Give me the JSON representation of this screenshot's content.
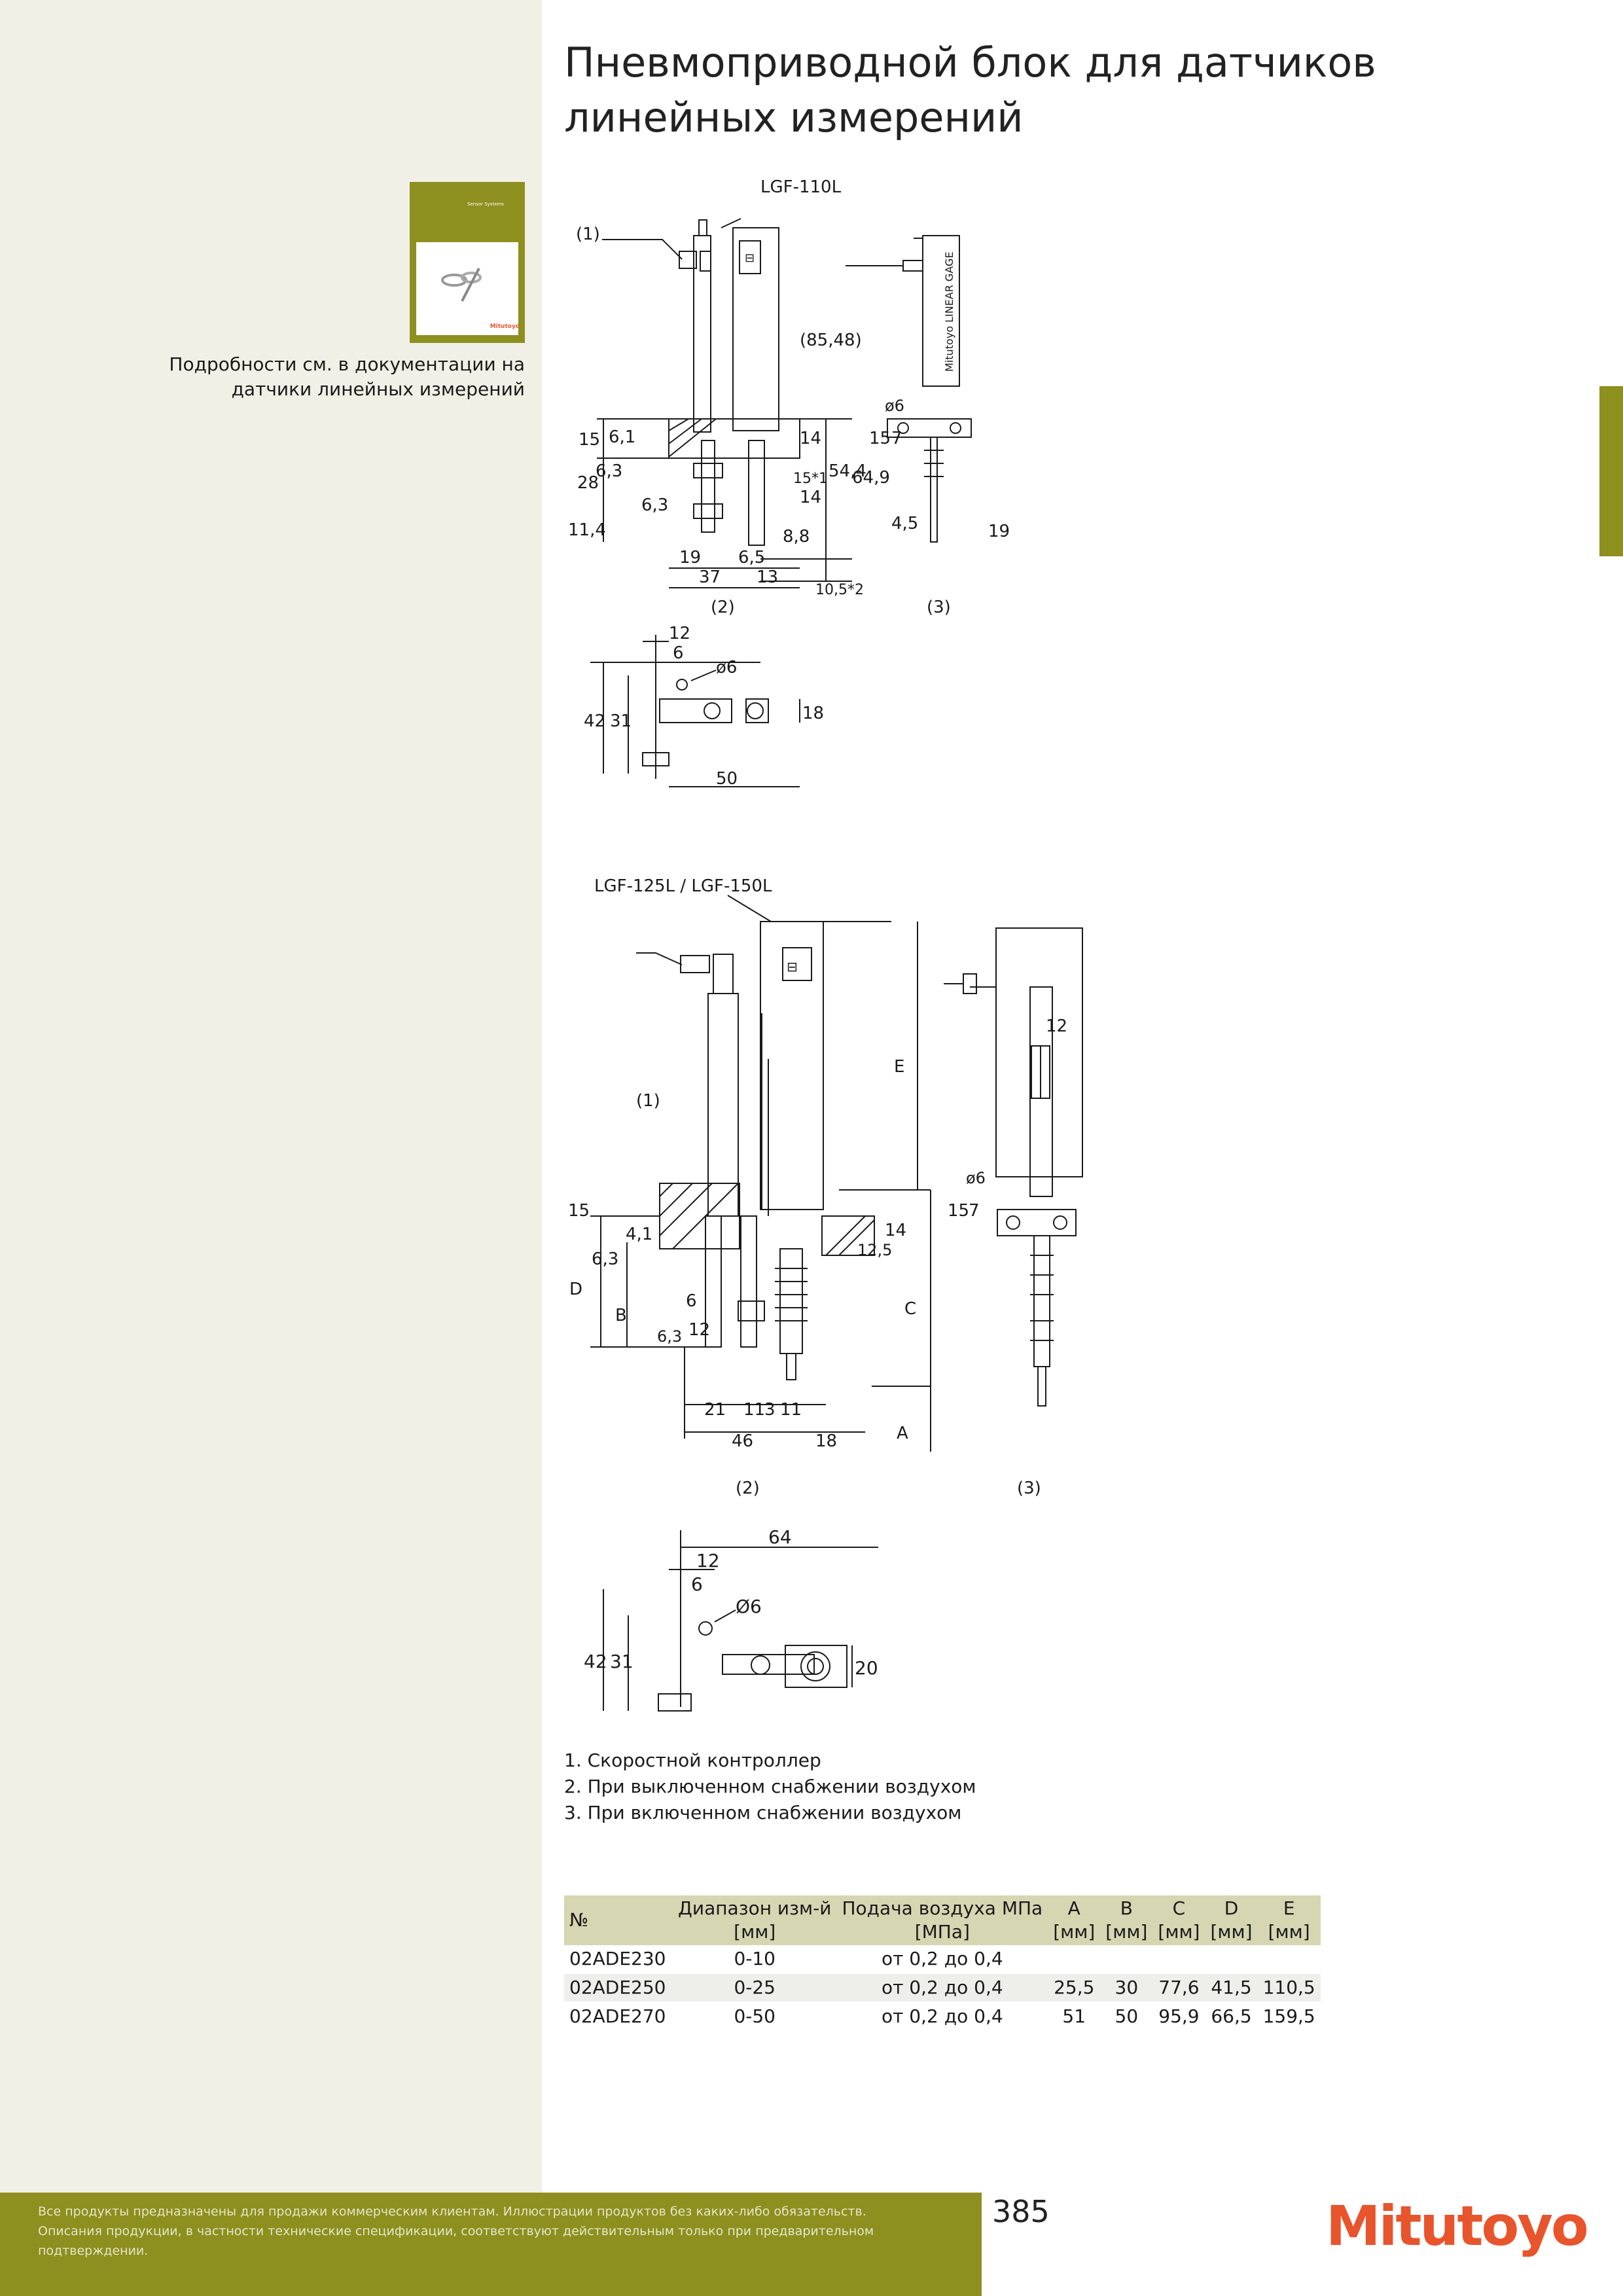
{
  "page": {
    "title": "Пневмоприводной блок для датчиков линейных измерений",
    "number": "385"
  },
  "sidebar": {
    "doc_cover": {
      "label": "Sensor Systems",
      "brand": "Mitutoyo"
    },
    "doc_note": "Подробности см. в документации на датчики линейных измерений"
  },
  "drawing1": {
    "model": "LGF-110L",
    "callouts": {
      "c1": "(1)",
      "c2": "(2)",
      "c3": "(3)"
    },
    "brand_text": "Mitutoyo LINEAR GAGE",
    "dims": {
      "d8548": "(85,48)",
      "d15a": "15",
      "d61": "6,1",
      "d63a": "6,3",
      "d28": "28",
      "d63b": "6,3",
      "d114": "11,4",
      "d14a": "14",
      "d15sup": "15*1",
      "d14b": "14",
      "d544": "54,4",
      "d649": "64,9",
      "d88": "8,8",
      "d105": "10,5*2",
      "d19": "19",
      "d65": "6,5",
      "d37": "37",
      "d13": "13",
      "phi6": "ø6",
      "d15b": "15",
      "d7": "7",
      "d45": "4,5",
      "d19b": "19"
    }
  },
  "drawing2": {
    "dims": {
      "d12": "12",
      "d6": "6",
      "phi6": "ø6",
      "d42": "42",
      "d31": "31",
      "d18": "18",
      "d50": "50"
    }
  },
  "drawing3": {
    "model": "LGF-125L / LGF-150L",
    "callouts": {
      "c1": "(1)",
      "c2": "(2)",
      "c3": "(3)"
    },
    "dims": {
      "dE": "E",
      "d15": "15",
      "d41": "4,1",
      "d63a": "6,3",
      "dD": "D",
      "dB": "B",
      "d6": "6",
      "d63b": "6,3",
      "d12a": "12",
      "d125": "12,5",
      "d14": "14",
      "dC": "C",
      "dA": "A",
      "d21": "21",
      "d11a": "11",
      "d3": "3",
      "d11b": "11",
      "d46": "46",
      "d18": "18",
      "d12b": "12",
      "phi6": "ø6",
      "d15b": "15",
      "d7": "7"
    }
  },
  "drawing4": {
    "dims": {
      "d64": "64",
      "d12": "12",
      "d6": "6",
      "phi6": "Ø6",
      "d42": "42",
      "d31": "31",
      "d20": "20"
    }
  },
  "notes": [
    "1. Скоростной контроллер",
    "2. При выключенном снабжении воздухом",
    "3. При включенном снабжении воздухом"
  ],
  "table": {
    "headers": [
      {
        "top": "№",
        "unit": ""
      },
      {
        "top": "Диапазон изм-й",
        "unit": "[мм]"
      },
      {
        "top": "Подача воздуха МПа",
        "unit": "[МПа]"
      },
      {
        "top": "A",
        "unit": "[мм]"
      },
      {
        "top": "B",
        "unit": "[мм]"
      },
      {
        "top": "C",
        "unit": "[мм]"
      },
      {
        "top": "D",
        "unit": "[мм]"
      },
      {
        "top": "E",
        "unit": "[мм]"
      }
    ],
    "rows": [
      [
        "02ADE230",
        "0-10",
        "от 0,2 до 0,4",
        "",
        "",
        "",
        "",
        ""
      ],
      [
        "02ADE250",
        "0-25",
        "от 0,2 до 0,4",
        "25,5",
        "30",
        "77,6",
        "41,5",
        "110,5"
      ],
      [
        "02ADE270",
        "0-50",
        "от 0,2 до 0,4",
        "51",
        "50",
        "95,9",
        "66,5",
        "159,5"
      ]
    ]
  },
  "footer": {
    "disclaimer": "Все продукты предназначены для продажи коммерческим клиентам. Иллюстрации продуктов без каких-либо обязательств. Описания продукции, в частности технические спецификации, соответствуют действительным только при предварительном подтверждении.",
    "brand": "Mitutoyo"
  },
  "colors": {
    "accent": "#8d8f1f",
    "sidebar_bg": "#f1f0e6",
    "table_header": "#d7d6b2",
    "brand": "#e8542c"
  }
}
